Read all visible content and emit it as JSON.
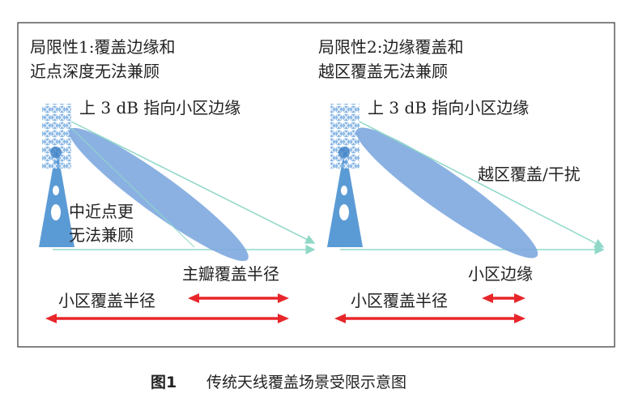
{
  "panels": [
    {
      "title_line1": "局限性1:覆盖边缘和",
      "title_line2": "近点深度无法兼顾",
      "tilt_label": "上 3 dB 指向小区边缘",
      "near_label_line1": "中近点更",
      "near_label_line2": "无法兼顾",
      "short_arrow_label": "主瓣覆盖半径",
      "cell_radius_label": "小区覆盖半径"
    },
    {
      "title_line1": "局限性2:边缘覆盖和",
      "title_line2": "越区覆盖无法兼顾",
      "tilt_label": "上 3 dB 指向小区边缘",
      "overshoot_label": "越区覆盖/干扰",
      "short_arrow_label": "小区边缘",
      "cell_radius_label": "小区覆盖半径"
    }
  ],
  "caption": {
    "number": "图1",
    "text": "传统天线覆盖场景受限示意图"
  },
  "colors": {
    "beam": "#7ea9df",
    "antenna": "#5b9bd5",
    "ray": "#8fd8c8",
    "arrow": "#e8262a",
    "frame": "#333333"
  }
}
